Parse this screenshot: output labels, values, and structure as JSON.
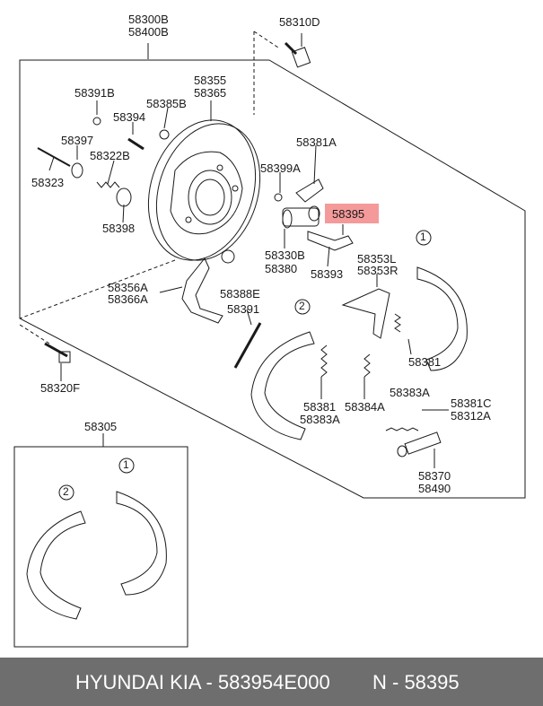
{
  "labels": {
    "l58300b": "58300B",
    "l58400b": "58400B",
    "l58310d": "58310D",
    "l58391b": "58391B",
    "l58355": "58355",
    "l58365": "58365",
    "l58385b": "58385B",
    "l58394": "58394",
    "l58397": "58397",
    "l58322b": "58322B",
    "l58323": "58323",
    "l58398": "58398",
    "l58381a": "58381A",
    "l58399a": "58399A",
    "l58395": "58395",
    "l58330b": "58330B",
    "l58380": "58380",
    "l58393": "58393",
    "l58353l": "58353L",
    "l58353r": "58353R",
    "l58356a": "58356A",
    "l58366a": "58366A",
    "l58388e": "58388E",
    "l58391": "58391",
    "l58320f": "58320F",
    "l58381_a": "58381",
    "l58383a_a": "58383A",
    "l58381_b": "58381",
    "l58383a_b": "58383A",
    "l58384a": "58384A",
    "l58381c": "58381C",
    "l58312a": "58312A",
    "l58370": "58370",
    "l58490": "58490",
    "l58305": "58305",
    "c1a": "1",
    "c2a": "2",
    "c1b": "1",
    "c2b": "2"
  },
  "footer": {
    "brand": "HYUNDAI  KIA - 583954E000",
    "ref": "N - 58395"
  },
  "colors": {
    "highlight": "#f49a9a",
    "footer_bg": "#6e6e6e",
    "line": "#1a1a1a"
  }
}
